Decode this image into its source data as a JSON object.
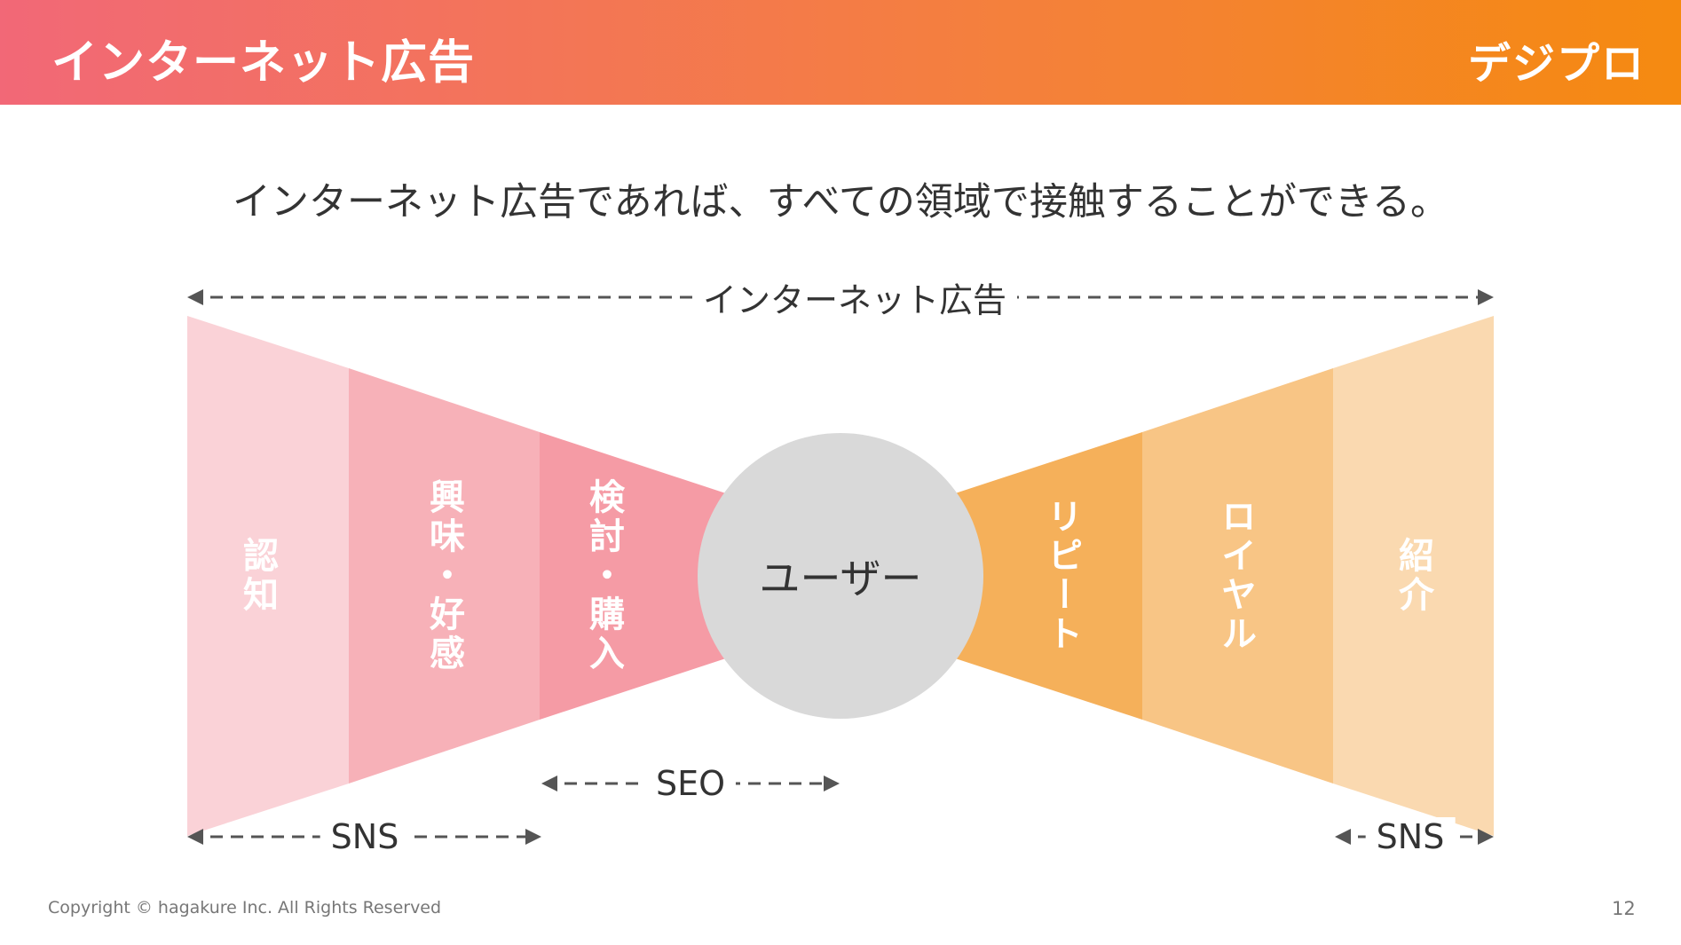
{
  "header": {
    "title": "インターネット広告",
    "logo": "デジプロ"
  },
  "subtitle": "インターネット広告であれば、すべての領域で接触することができる。",
  "diagram": {
    "top_range_label": "インターネット広告",
    "center": "ユーザー",
    "left_stages": [
      "認知",
      "興味・好感",
      "検討・購入"
    ],
    "right_stages": [
      "リピート",
      "ロイヤル",
      "紹介"
    ],
    "ranges": {
      "seo": "SEO",
      "sns_left": "SNS",
      "sns_right": "SNS"
    },
    "colors": {
      "pink1": "#fad2d7",
      "pink2": "#f7b1b8",
      "pink3": "#f59ba5",
      "orange1": "#f5b05a",
      "orange2": "#f8c585",
      "orange3": "#fad9b0",
      "circle": "#d9d9d9"
    }
  },
  "footer": {
    "copyright": "Copyright © hagakure Inc. All Rights Reserved",
    "page": "12"
  }
}
